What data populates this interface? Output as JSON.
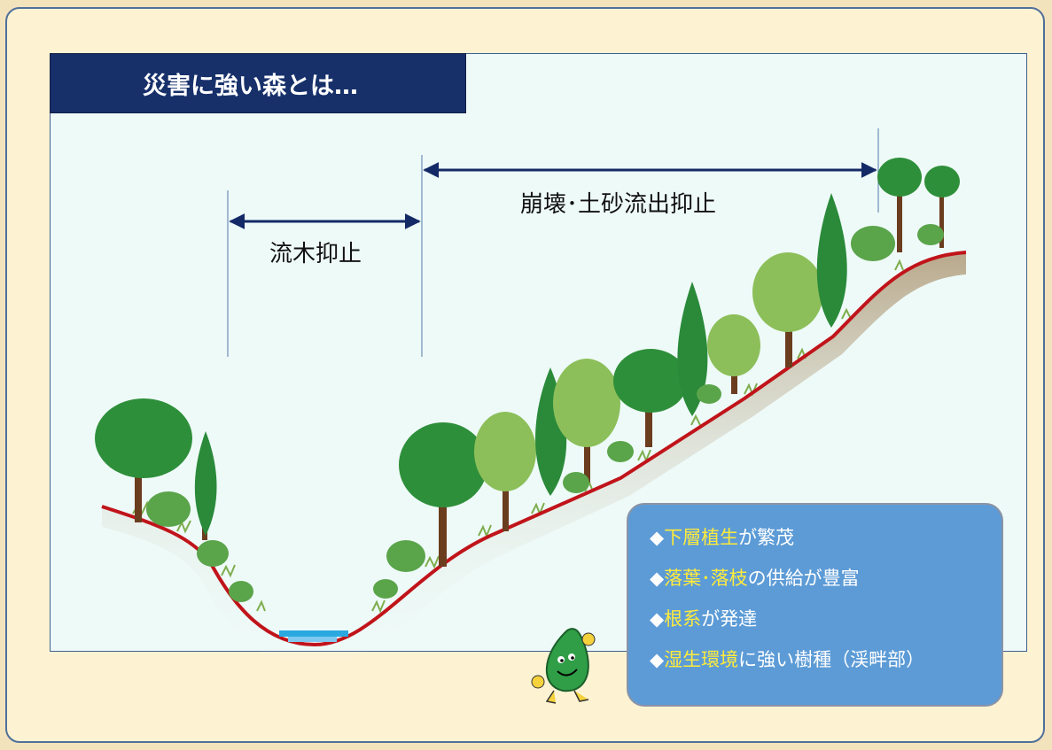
{
  "title": "災害に強い森とは…",
  "labels": {
    "driftwood": "流木抑止",
    "landslide": "崩壊･土砂流出抑止"
  },
  "info_items": [
    {
      "prefix": "◆",
      "highlight": "下層植生",
      "rest": "が繁茂"
    },
    {
      "prefix": "◆",
      "highlight": "落葉･落枝",
      "rest": "の供給が豊富"
    },
    {
      "prefix": "◆",
      "highlight": "根系",
      "rest": "が発達"
    },
    {
      "prefix": "◆",
      "highlight": "湿生環境",
      "rest": "に強い樹種（渓畔部）"
    }
  ],
  "colors": {
    "background": "#fdf3d3",
    "panel": "#eefaf8",
    "title_bg": "#17306a",
    "info_bg": "#5c9bd6",
    "highlight": "#ffeb3b",
    "arrow": "#132a66",
    "ground_line": "#c0141a",
    "stream": "#2aa9e0"
  },
  "icons": [
    "mascot-leaf-icon"
  ]
}
